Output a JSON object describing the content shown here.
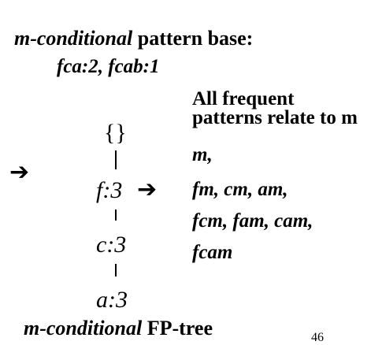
{
  "header": {
    "title_italic": "m-conditional",
    "title_rest": " pattern base:",
    "base_values": "fca:2, fcab:1"
  },
  "right_panel": {
    "heading_line1": "All frequent",
    "heading_line2": "patterns relate to m",
    "patterns": [
      "m,",
      "fm, cm, am,",
      "fcm, fam, cam,",
      "fcam"
    ]
  },
  "tree": {
    "root": "{}",
    "nodes": [
      "f:3",
      "c:3",
      "a:3"
    ]
  },
  "arrows": {
    "left": "➔",
    "right": "➔"
  },
  "footer": {
    "italic": "m-conditional",
    "rest": " FP-tree"
  },
  "page_number": "46"
}
